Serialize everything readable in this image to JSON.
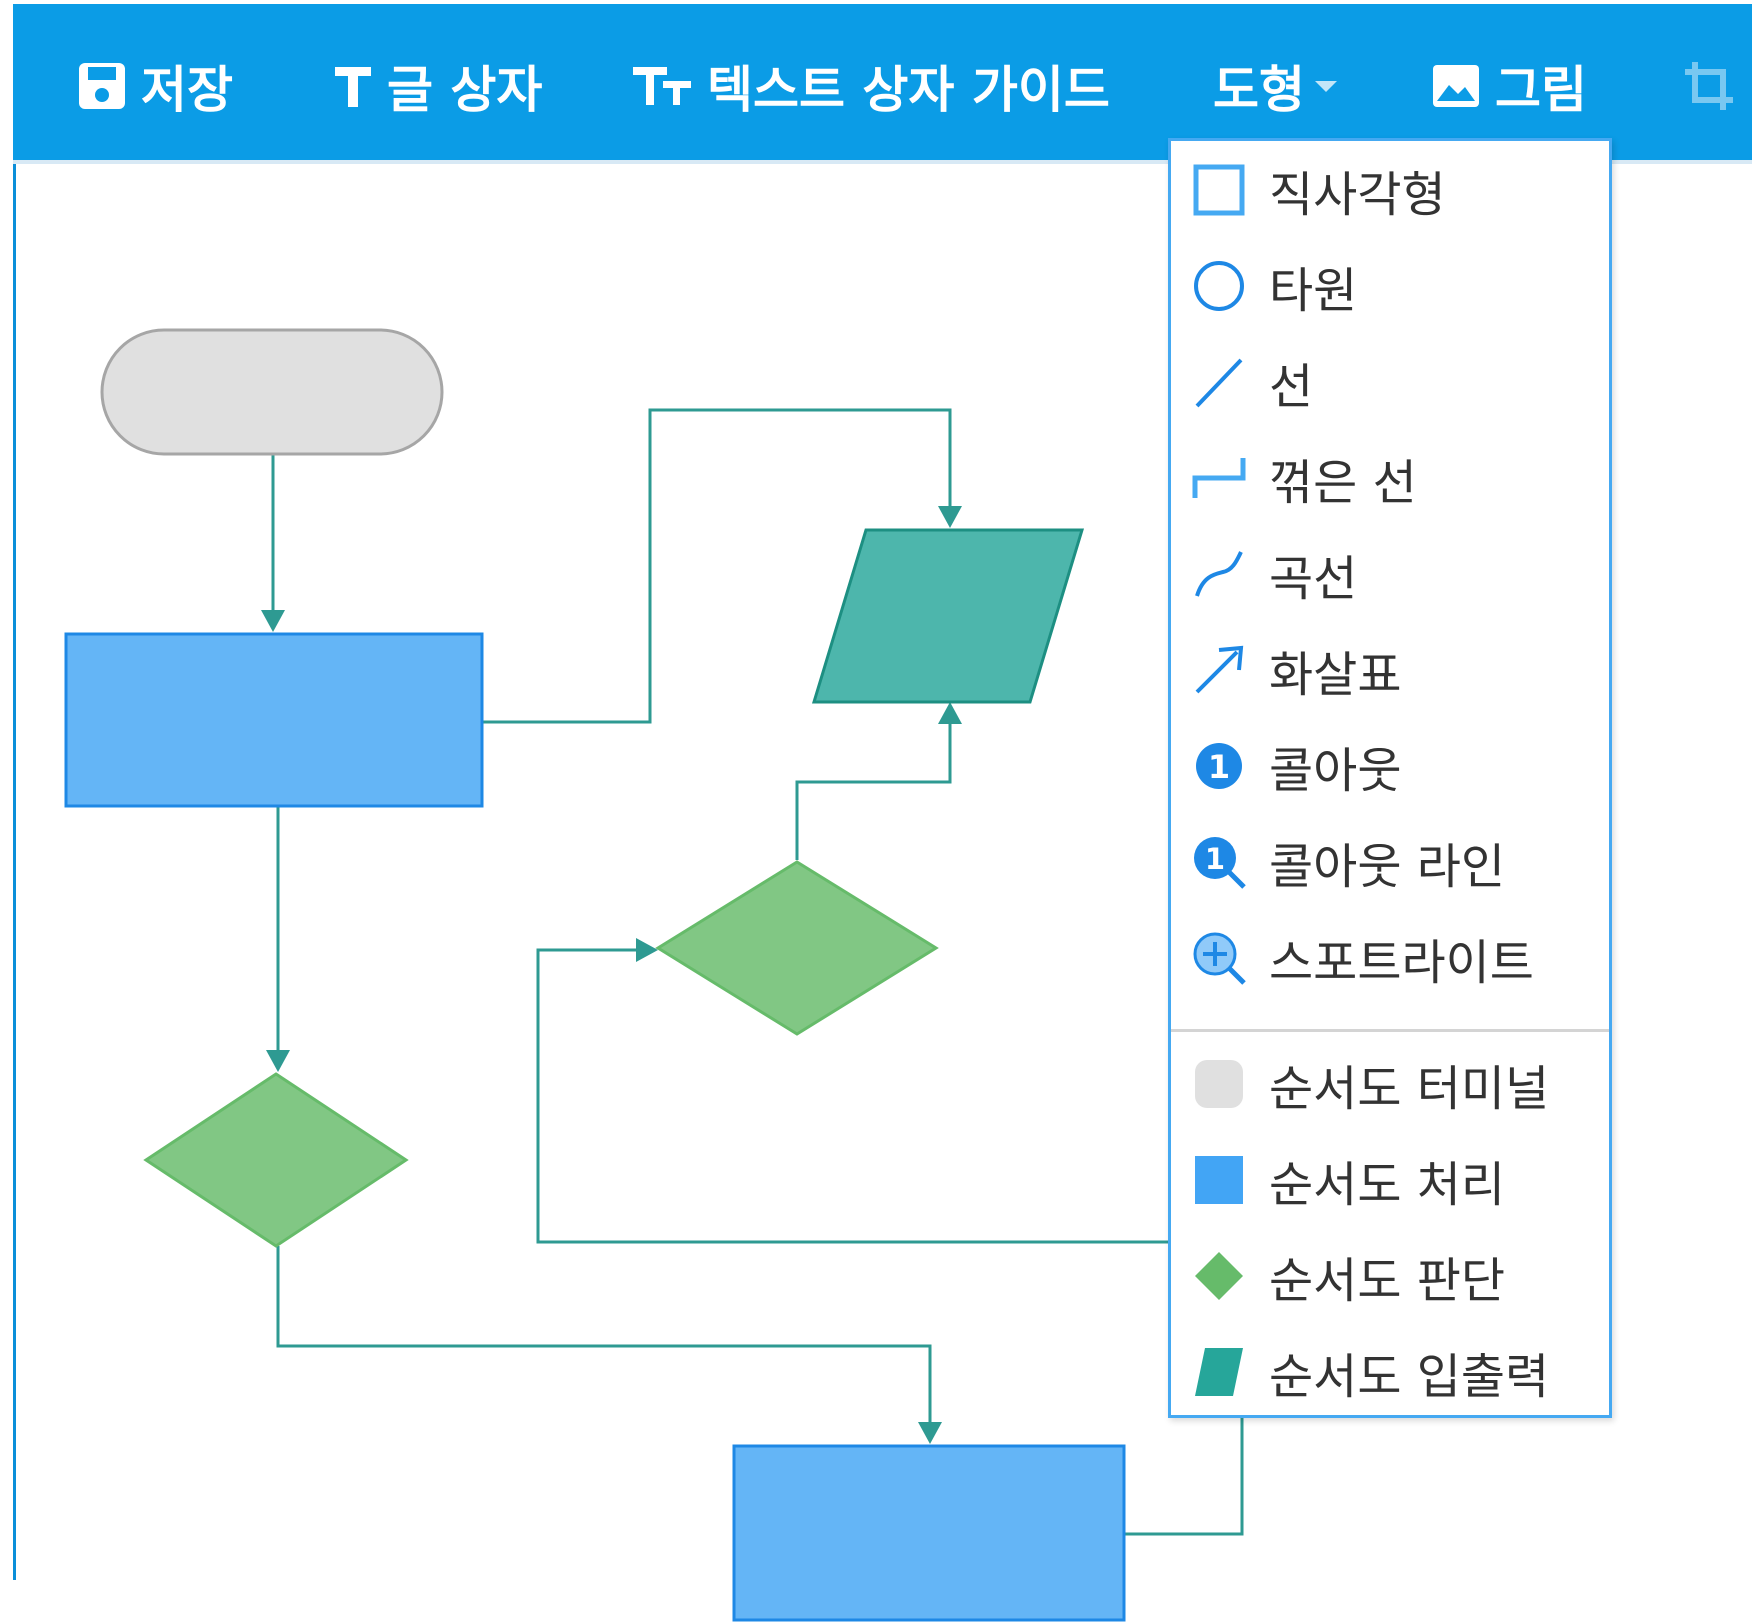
{
  "toolbar": {
    "save_label": "저장",
    "textbox_label": "글 상자",
    "textbox_guide_label": "텍스트 상자 가이드",
    "shapes_label": "도형",
    "image_label": "그림"
  },
  "shapes_menu": {
    "basic_items": [
      {
        "label": "직사각형",
        "icon": "rectangle-icon"
      },
      {
        "label": "타원",
        "icon": "ellipse-icon"
      },
      {
        "label": "선",
        "icon": "line-icon"
      },
      {
        "label": "꺾은 선",
        "icon": "elbow-line-icon"
      },
      {
        "label": "곡선",
        "icon": "curve-icon"
      },
      {
        "label": "화살표",
        "icon": "arrow-icon"
      },
      {
        "label": "콜아웃",
        "icon": "callout-icon"
      },
      {
        "label": "콜아웃 라인",
        "icon": "callout-line-icon"
      },
      {
        "label": "스포트라이트",
        "icon": "spotlight-icon"
      }
    ],
    "flowchart_items": [
      {
        "label": "순서도 터미널",
        "icon": "flowchart-terminal-icon"
      },
      {
        "label": "순서도 처리",
        "icon": "flowchart-process-icon"
      },
      {
        "label": "순서도 판단",
        "icon": "flowchart-decision-icon"
      },
      {
        "label": "순서도 입출력",
        "icon": "flowchart-io-icon"
      }
    ],
    "callout_number": "1"
  },
  "colors": {
    "toolbar_bg": "#0b9ce6",
    "terminal_fill": "#e0e0e0",
    "process_fill": "#64b5f6",
    "decision_fill": "#81c784",
    "io_fill": "#4db6ac",
    "connector": "#2e9a92",
    "menu_accent": "#45a9f2"
  }
}
